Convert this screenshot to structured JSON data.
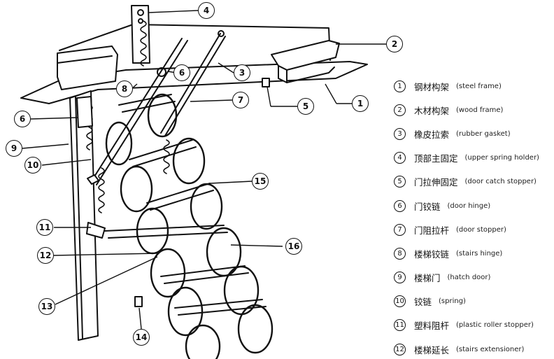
{
  "callouts": {
    "c1": "1",
    "c2": "2",
    "c3": "3",
    "c4": "4",
    "c5": "5",
    "c6a": "6",
    "c6b": "6",
    "c7": "7",
    "c8": "8",
    "c9": "9",
    "c10": "10",
    "c11": "11",
    "c12": "12",
    "c13": "13",
    "c14": "14",
    "c15": "15",
    "c16": "16"
  },
  "legend": [
    {
      "num": "1",
      "cn": "钢材构架",
      "en": "(steel frame)"
    },
    {
      "num": "2",
      "cn": "木材构架",
      "en": "(wood frame)"
    },
    {
      "num": "3",
      "cn": "橡皮拉索",
      "en": "(rubber gasket)"
    },
    {
      "num": "4",
      "cn": "顶部主固定",
      "en": "(upper spring holder)"
    },
    {
      "num": "5",
      "cn": "门拉伸固定",
      "en": "(door catch stopper)"
    },
    {
      "num": "6",
      "cn": "门铰链",
      "en": "(door hinge)"
    },
    {
      "num": "7",
      "cn": "门阻拉杆",
      "en": "(door stopper)"
    },
    {
      "num": "8",
      "cn": "楼梯铰链",
      "en": "(stairs hinge)"
    },
    {
      "num": "9",
      "cn": "楼梯门",
      "en": "(hatch door)"
    },
    {
      "num": "10",
      "cn": "铰链",
      "en": "(spring)"
    },
    {
      "num": "11",
      "cn": "塑料阻杆",
      "en": "(plastic roller stopper)"
    },
    {
      "num": "12",
      "cn": "楼梯延长",
      "en": "(stairs extensioner)"
    }
  ]
}
